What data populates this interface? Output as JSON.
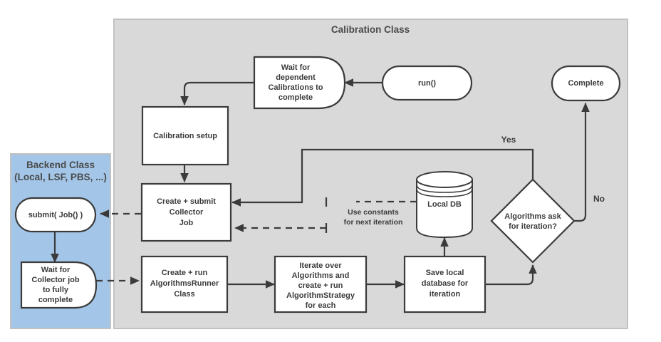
{
  "diagram": {
    "type": "flowchart",
    "background": "#ffffff",
    "colors": {
      "calibration_panel_fill": "#d9d9d9",
      "calibration_panel_stroke": "#c2c2c2",
      "backend_panel_fill": "#a3c6e8",
      "backend_panel_stroke": "#c2c2c2",
      "node_fill": "#ffffff",
      "node_stroke": "#3b3b3b",
      "text": "#3b3b3b",
      "panel_title_text": "#4a4a4a"
    }
  },
  "panels": [
    {
      "id": "calibration",
      "title": "Calibration Class"
    },
    {
      "id": "backend",
      "title_line1": "Backend Class",
      "title_line2": "(Local, LSF, PBS, ...)"
    }
  ],
  "nodes": {
    "run": {
      "label": "run()",
      "shape": "stadium"
    },
    "wait_dependent": {
      "lines": [
        "Wait for",
        "dependent",
        "Calibrations to",
        "complete"
      ],
      "shape": "d-shape"
    },
    "calibration_setup": {
      "lines": [
        "Calibration setup"
      ],
      "shape": "rect"
    },
    "collector_job": {
      "lines": [
        "Create + submit",
        "Collector",
        "Job"
      ],
      "shape": "rect"
    },
    "algorithms_runner": {
      "lines": [
        "Create + run",
        "AlgorithmsRunner",
        "Class"
      ],
      "shape": "rect"
    },
    "iterate_algorithms": {
      "lines": [
        "Iterate over",
        "Algorithms and",
        "create + run",
        "AlgorithmStrategy",
        "for each"
      ],
      "shape": "rect"
    },
    "save_local_db": {
      "lines": [
        "Save local",
        "database for",
        "iteration"
      ],
      "shape": "rect"
    },
    "local_db": {
      "label": "Local DB",
      "shape": "cylinder"
    },
    "decision_iteration": {
      "lines": [
        "Algorithms ask",
        "for iteration?"
      ],
      "shape": "diamond"
    },
    "complete": {
      "label": "Complete",
      "shape": "stadium"
    },
    "submit_job": {
      "label": "submit( Job() )",
      "shape": "stadium"
    },
    "wait_collector": {
      "lines": [
        "Wait for",
        "Collector job",
        "to fully",
        "complete"
      ],
      "shape": "d-shape"
    }
  },
  "edge_labels": {
    "yes": "Yes",
    "no": "No",
    "use_constants_line1": "Use constants",
    "use_constants_line2": "for next iteration"
  }
}
